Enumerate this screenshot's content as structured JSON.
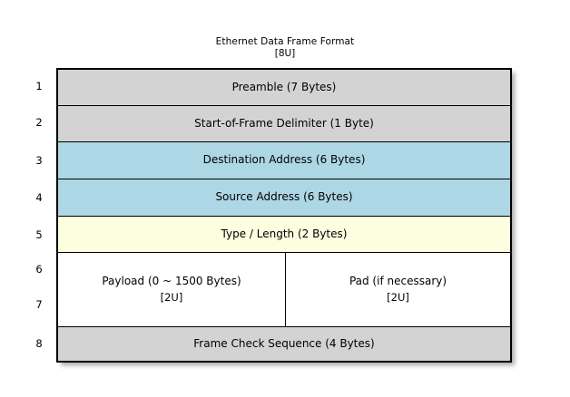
{
  "diagram": {
    "title": "Ethernet Data Frame Format",
    "title_sub": "[8U]",
    "row_numbers": [
      "1",
      "2",
      "3",
      "4",
      "5",
      "6",
      "7",
      "8"
    ],
    "colors": {
      "gray": "#d3d3d3",
      "blue": "#aed7e6",
      "yellow": "#fdfddf",
      "white": "#ffffff",
      "border": "#000000",
      "background": "#ffffff"
    },
    "rows": [
      {
        "number": "1",
        "label": "Preamble (7 Bytes)",
        "fill": "gray"
      },
      {
        "number": "2",
        "label": "Start-of-Frame Delimiter (1 Byte)",
        "fill": "gray"
      },
      {
        "number": "3",
        "label": "Destination Address (6 Bytes)",
        "fill": "blue"
      },
      {
        "number": "4",
        "label": "Source Address (6 Bytes)",
        "fill": "blue"
      },
      {
        "number": "5",
        "label": "Type / Length (2 Bytes)",
        "fill": "yellow"
      },
      {
        "number": "6-7",
        "fill": "white",
        "split": true,
        "left": {
          "label": "Payload (0 ~ 1500 Bytes)",
          "sub": "[2U]"
        },
        "right": {
          "label": "Pad (if necessary)",
          "sub": "[2U]"
        }
      },
      {
        "number": "8",
        "label": "Frame Check Sequence (4 Bytes)",
        "fill": "gray"
      }
    ]
  }
}
